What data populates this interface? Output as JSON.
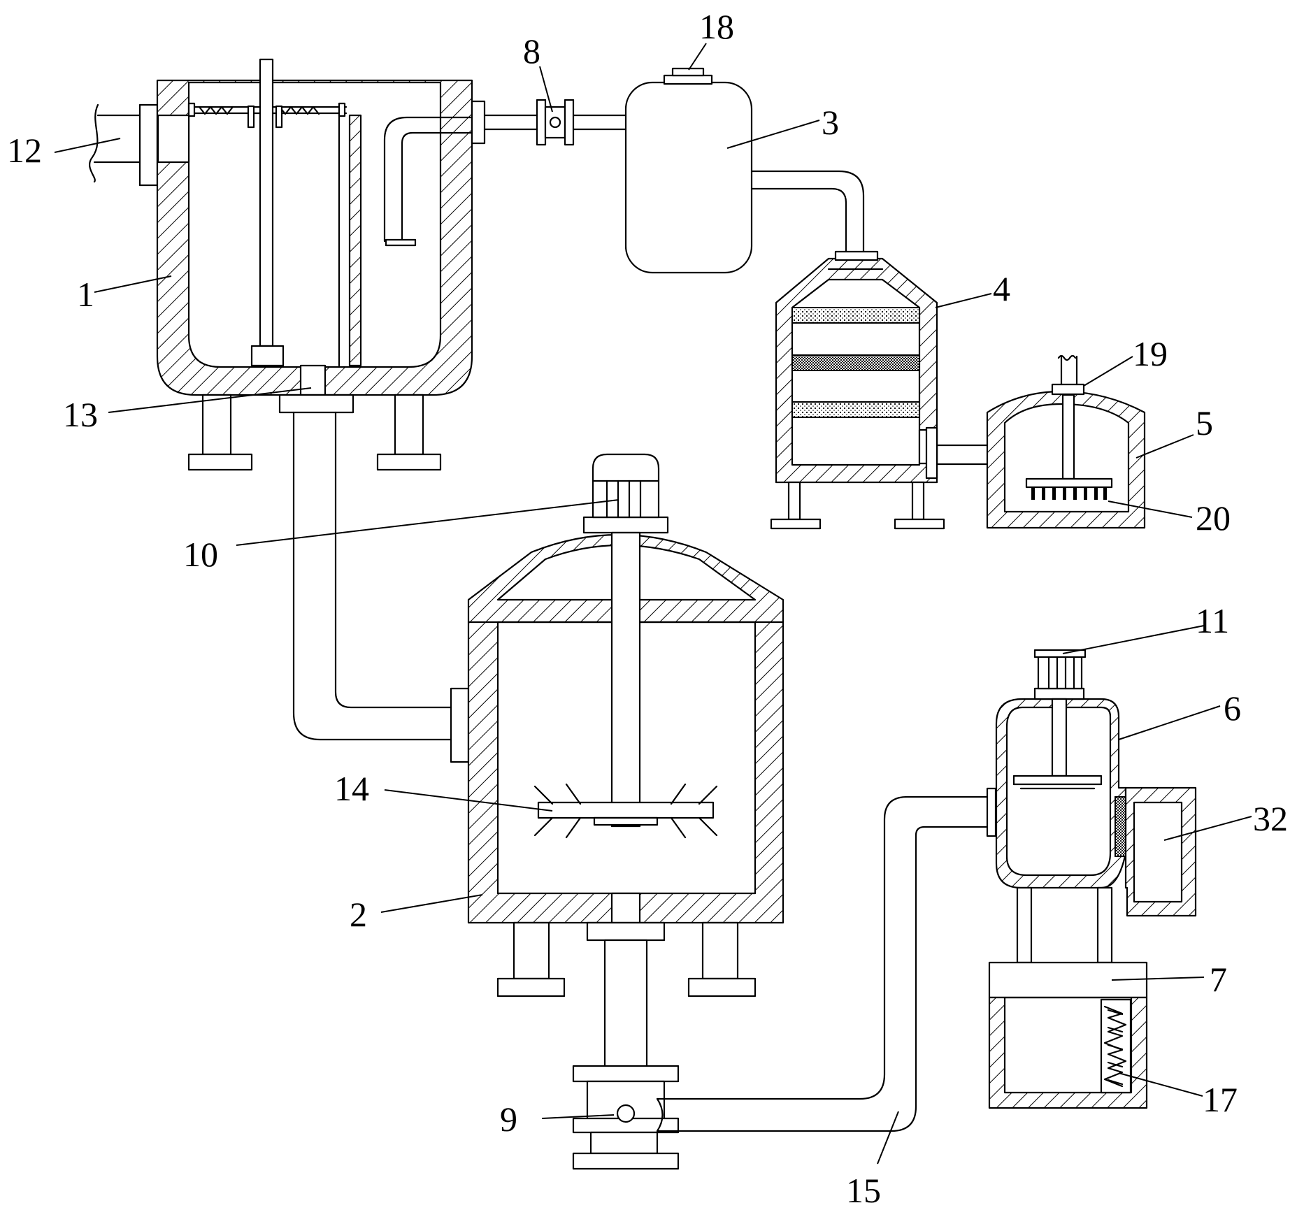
{
  "labels": {
    "l1": "1",
    "l2": "2",
    "l3": "3",
    "l4": "4",
    "l5": "5",
    "l6": "6",
    "l7": "7",
    "l8": "8",
    "l9": "9",
    "l10": "10",
    "l11": "11",
    "l12": "12",
    "l13": "13",
    "l14": "14",
    "l15": "15",
    "l17": "17",
    "l18": "18",
    "l19": "19",
    "l20": "20",
    "l32": "32"
  },
  "colors": {
    "line": "#000000",
    "background": "#ffffff"
  }
}
